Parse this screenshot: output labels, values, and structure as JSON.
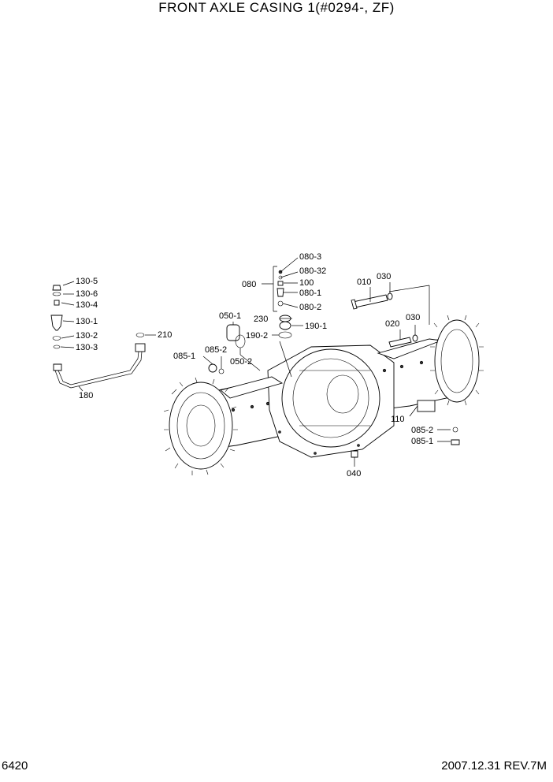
{
  "title": "FRONT AXLE CASING 1(#0294-, ZF)",
  "page_number": "6420",
  "footer": "2007.12.31  REV.7M",
  "callouts": {
    "c080_3": "080-3",
    "c080_32": "080-32",
    "c080": "080",
    "c100": "100",
    "c080_1": "080-1",
    "c080_2": "080-2",
    "c010": "010",
    "c030a": "030",
    "c020": "020",
    "c030b": "030",
    "c130_5": "130-5",
    "c130_6": "130-6",
    "c130_4": "130-4",
    "c130_1": "130-1",
    "c130_2": "130-2",
    "c130_3": "130-3",
    "c210": "210",
    "c180": "180",
    "c050_1": "050-1",
    "c230": "230",
    "c190_1": "190-1",
    "c190_2": "190-2",
    "c085_2a": "085-2",
    "c085_1a": "085-1",
    "c050_2": "050-2",
    "c110": "110",
    "c085_2b": "085-2",
    "c085_1b": "085-1",
    "c040": "040"
  }
}
